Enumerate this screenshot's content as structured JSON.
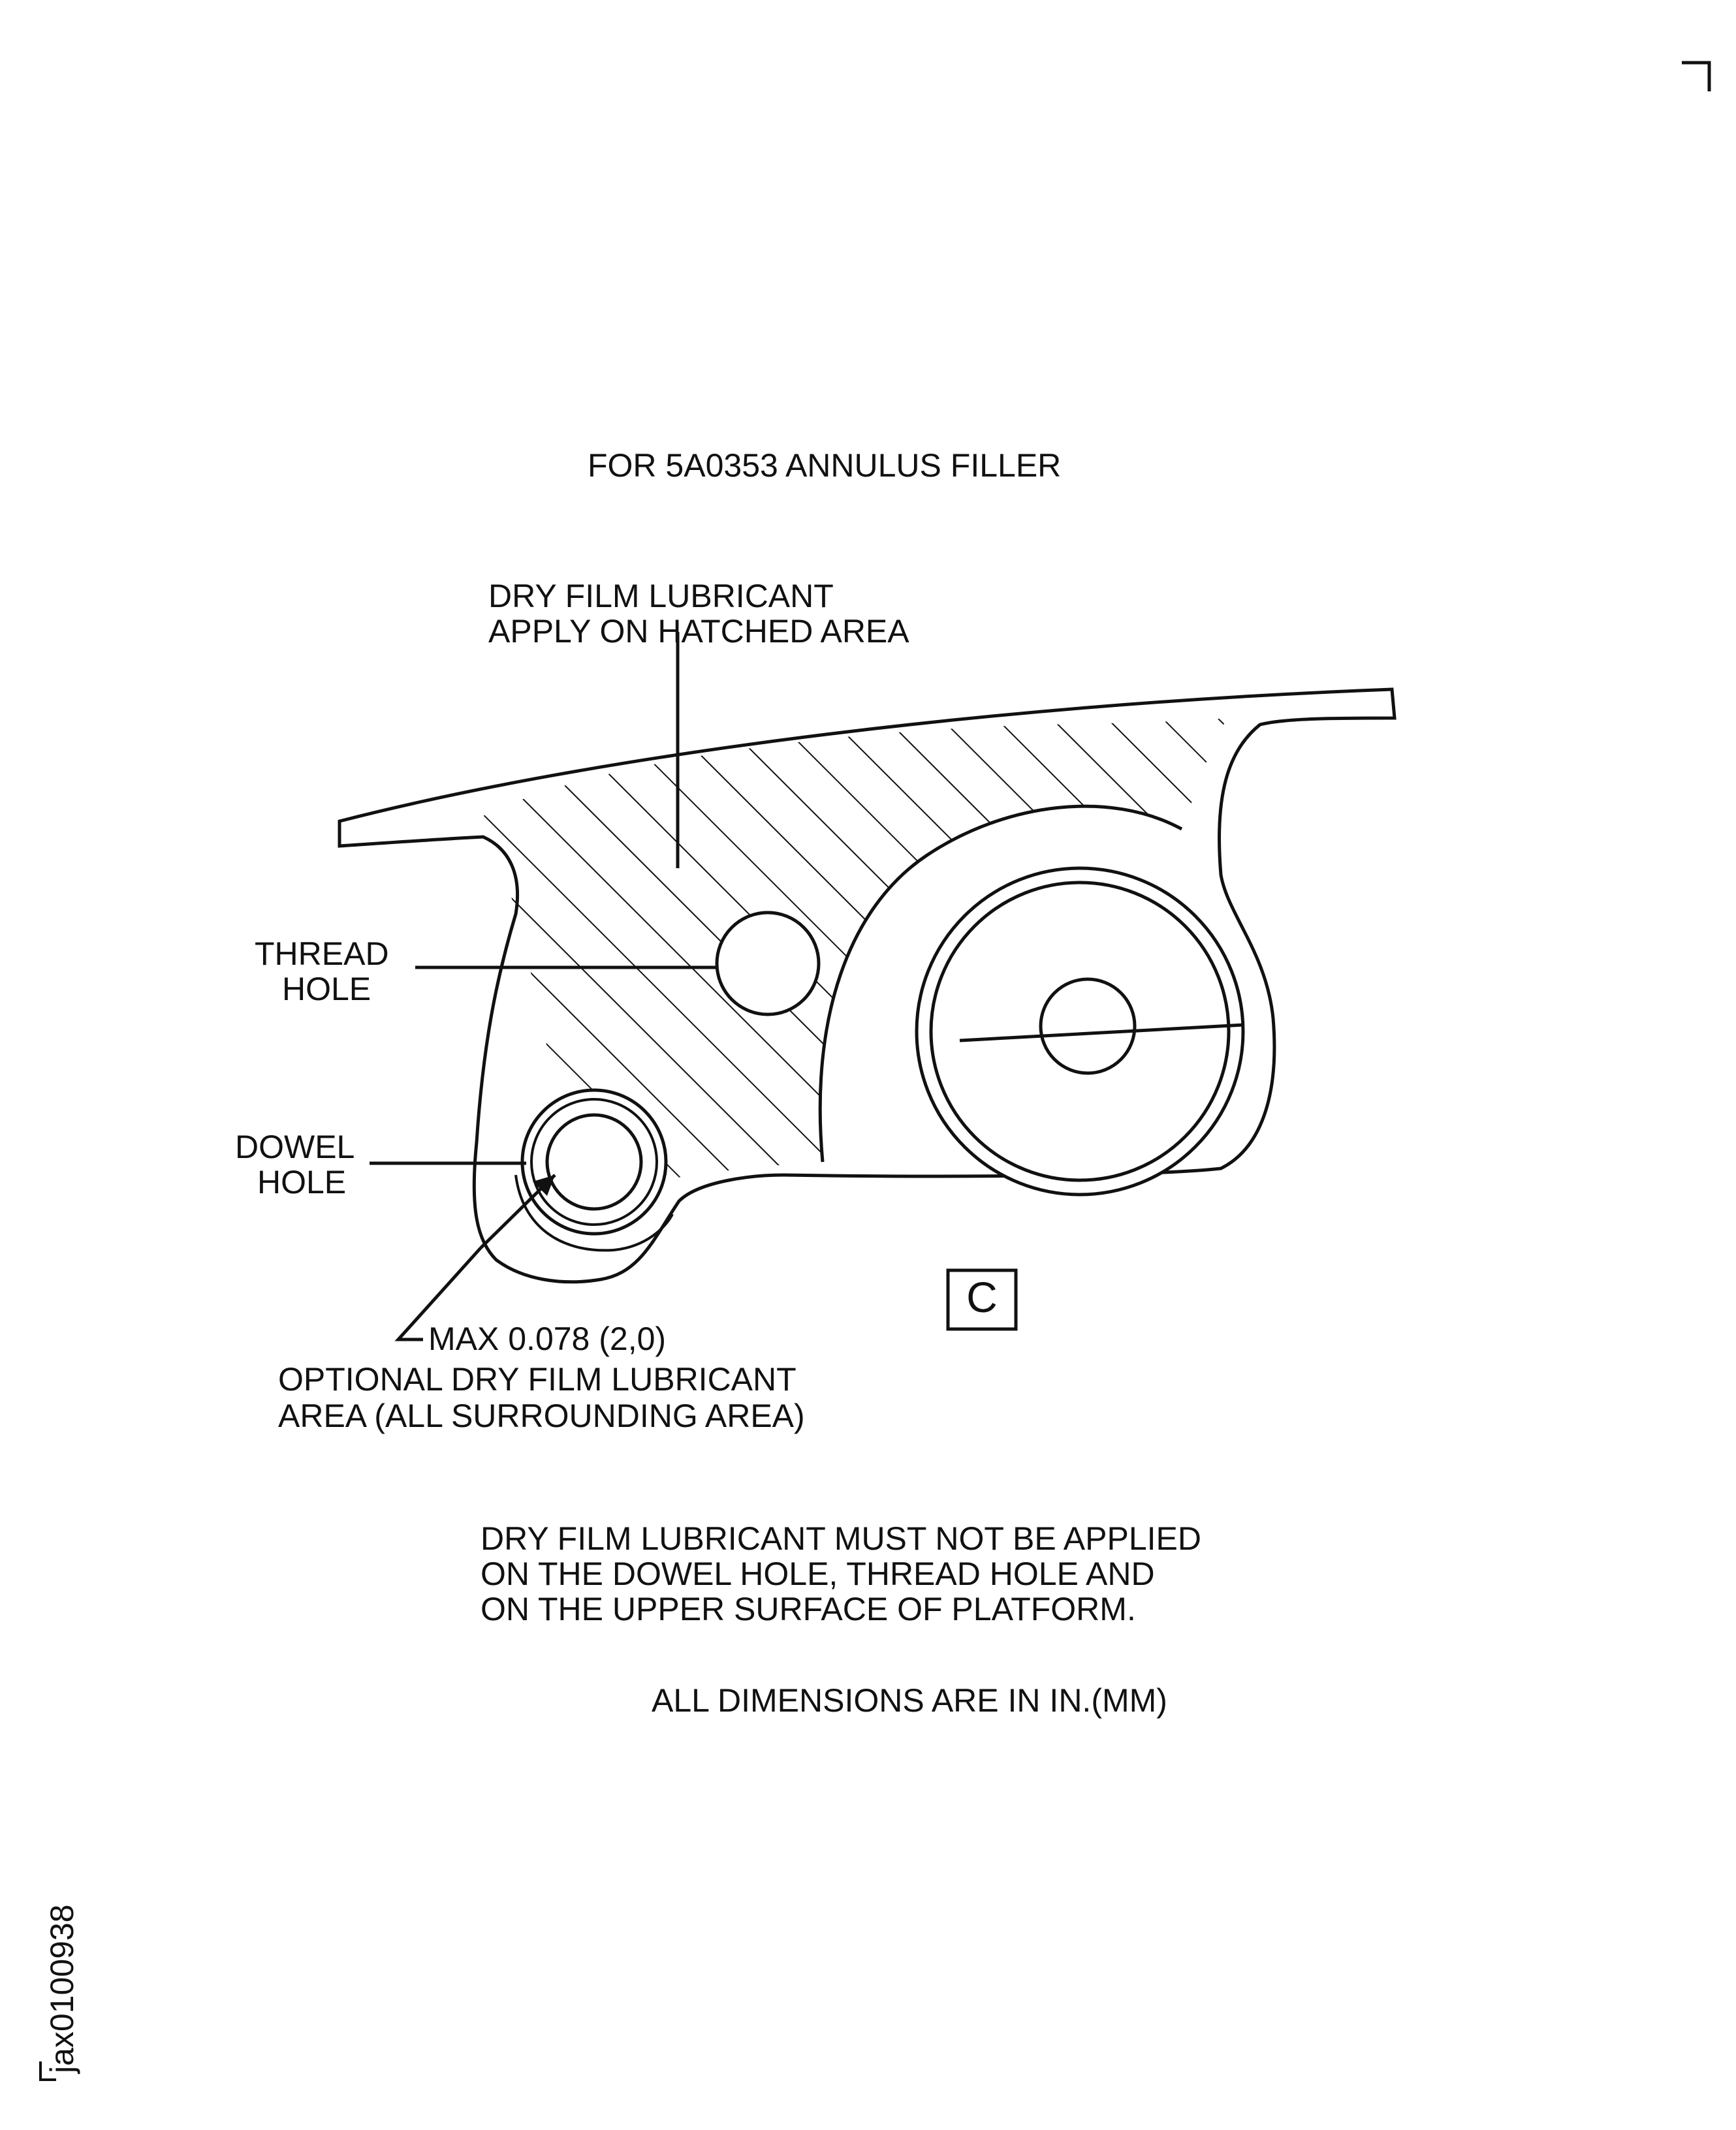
{
  "title": "FOR 5A0353 ANNULUS FILLER",
  "callouts": {
    "dry_film_line1": "DRY FILM LUBRICANT",
    "dry_film_line2": "APPLY ON HATCHED AREA",
    "thread_hole_line1": "THREAD",
    "thread_hole_line2": "HOLE",
    "dowel_hole_line1": "DOWEL",
    "dowel_hole_line2": "HOLE",
    "max_dimension": "MAX 0.078 (2,0)",
    "optional_line1": "OPTIONAL DRY FILM LUBRICANT",
    "optional_line2": "AREA (ALL SURROUNDING AREA)"
  },
  "view_label": "C",
  "note": {
    "line1": "DRY FILM LUBRICANT MUST NOT BE APPLIED",
    "line2": "ON THE DOWEL HOLE, THREAD HOLE AND",
    "line3": "ON THE UPPER SURFACE OF PLATFORM."
  },
  "dimensions_note": "ALL DIMENSIONS ARE IN IN.(MM)",
  "figure_id": "jax0100938"
}
